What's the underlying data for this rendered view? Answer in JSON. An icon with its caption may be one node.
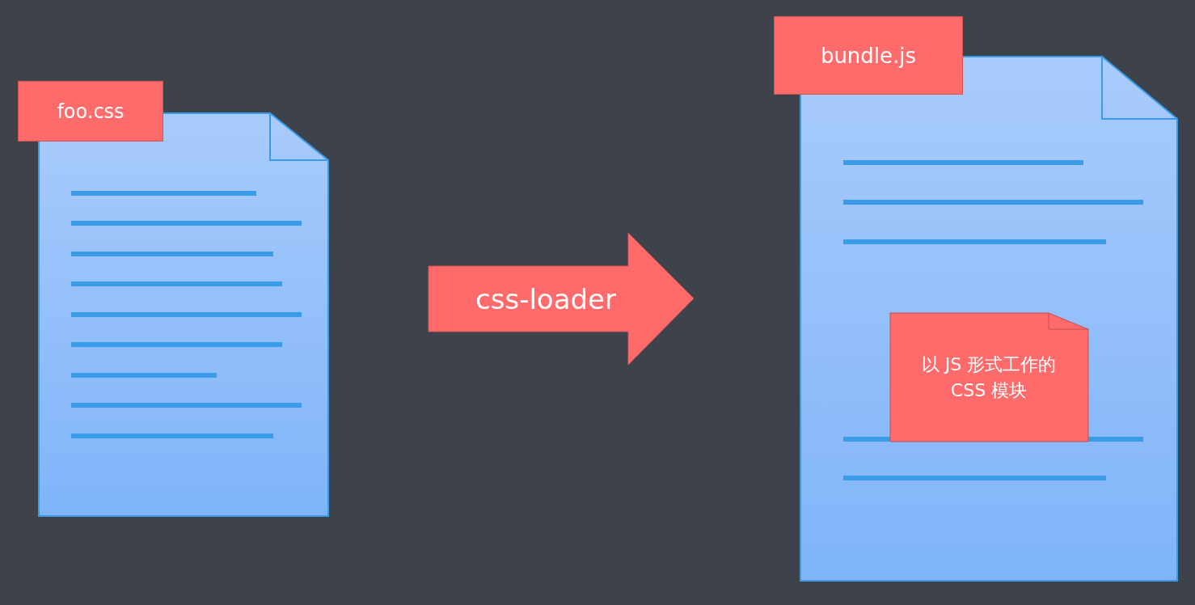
{
  "diagram": {
    "nodes": [
      {
        "text": [
          "foo.css"
        ]
      },
      {
        "text": [
          "css-loader"
        ]
      },
      {
        "text": [
          "bundle.js"
        ]
      },
      {
        "text": [
          "以 JS 形式工作的 CSS 模块"
        ],
        "in": 2
      }
    ]
  }
}
